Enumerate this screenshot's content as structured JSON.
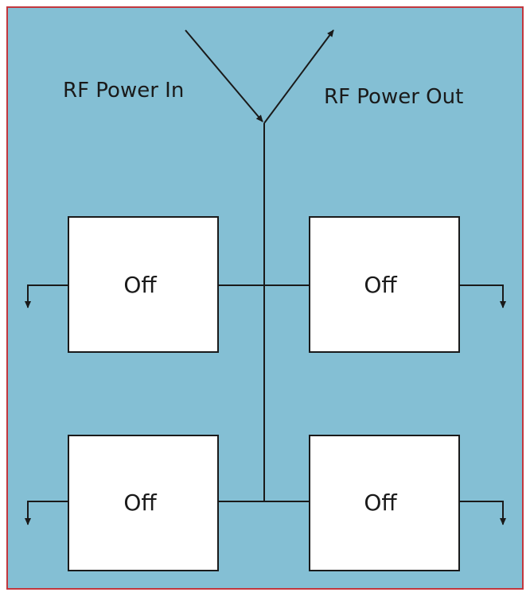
{
  "labels": {
    "rf_in": "RF Power In",
    "rf_out": "RF Power Out"
  },
  "switches": [
    {
      "state": "Off"
    },
    {
      "state": "Off"
    },
    {
      "state": "Off"
    },
    {
      "state": "Off"
    }
  ],
  "colors": {
    "panel_fill": "#84bfd4",
    "panel_border": "#c2363d",
    "line": "#1a1a1a",
    "box_fill": "#ffffff"
  }
}
